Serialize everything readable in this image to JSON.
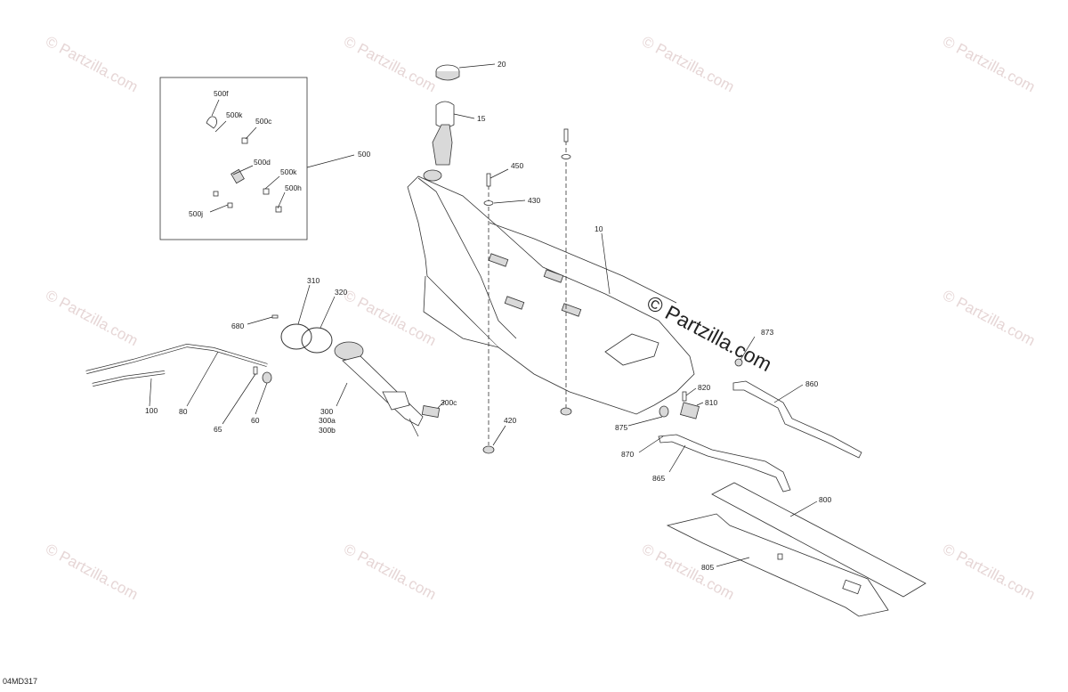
{
  "diagram": {
    "watermark": "© Partzilla.com",
    "watermark_main": "© Partzilla.com",
    "drawing_code": "04MD317",
    "callouts": {
      "c20": "20",
      "c15": "15",
      "c450": "450",
      "c430": "430",
      "c10": "10",
      "c500": "500",
      "c500f": "500f",
      "c500k_a": "500k",
      "c500c": "500c",
      "c500d": "500d",
      "c500k_b": "500k",
      "c500h": "500h",
      "c500j": "500j",
      "c310": "310",
      "c320": "320",
      "c680": "680",
      "c300c": "300c",
      "c300": "300",
      "c300a": "300a",
      "c300b": "300b",
      "c100": "100",
      "c80": "80",
      "c65": "65",
      "c60": "60",
      "c420": "420",
      "c875": "875",
      "c870": "870",
      "c820": "820",
      "c810": "810",
      "c873": "873",
      "c860": "860",
      "c865": "865",
      "c800": "800",
      "c805": "805"
    }
  }
}
